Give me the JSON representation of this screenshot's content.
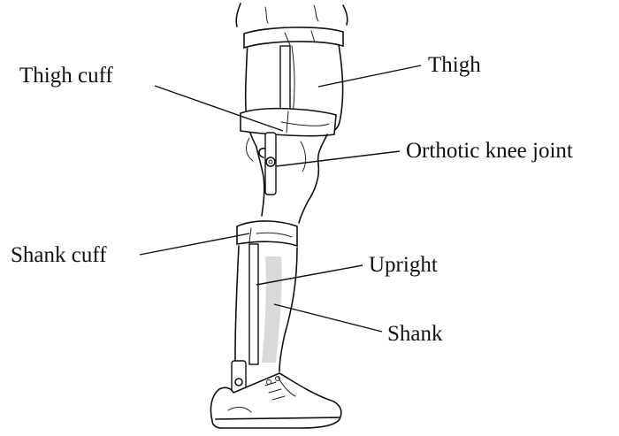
{
  "labels": {
    "thigh_cuff": "Thigh cuff",
    "thigh": "Thigh",
    "knee_joint": "Orthotic knee joint",
    "shank_cuff": "Shank cuff",
    "upright": "Upright",
    "shank": "Shank"
  },
  "colors": {
    "ink": "#111111",
    "background": "#ffffff",
    "shading": "#d9d9d9"
  }
}
